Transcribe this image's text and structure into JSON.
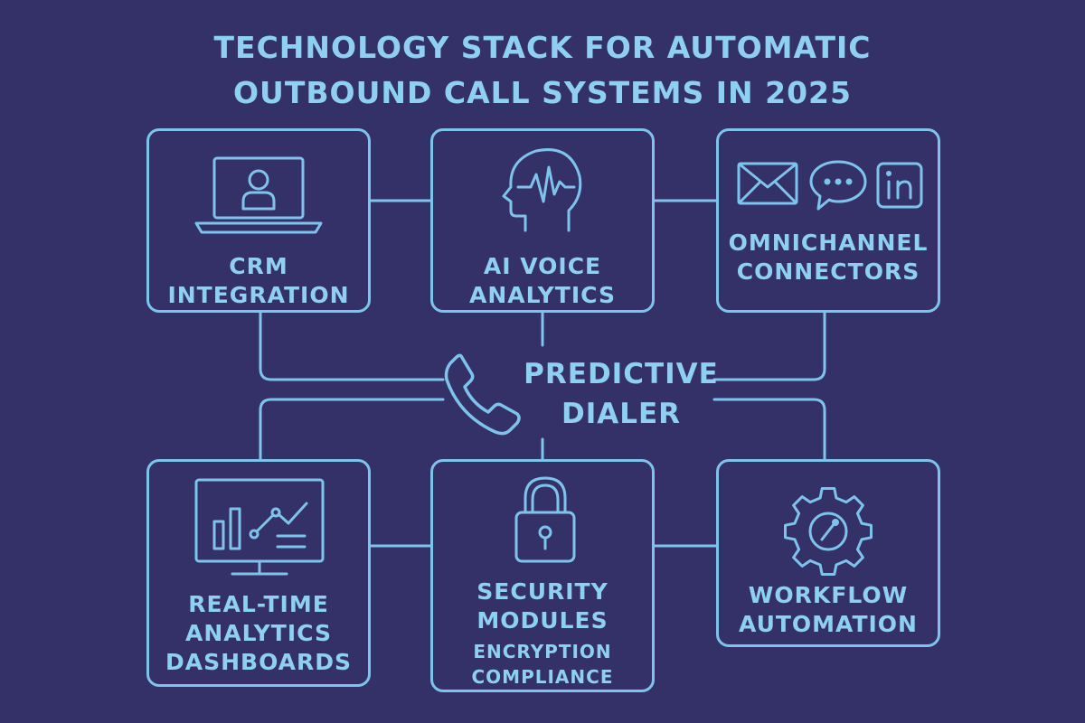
{
  "colors": {
    "background": "#343168",
    "accent": "#7fc3ec",
    "text": "#8fd0f2"
  },
  "title": {
    "line1": "Technology Stack for Automatic",
    "line2": "Outbound Call Systems in 2025"
  },
  "hub": {
    "icon": "phone-icon",
    "line1": "Predictive",
    "line2": "Dialer"
  },
  "modules": {
    "crm": {
      "icon": "laptop-user-icon",
      "line1": "CRM",
      "line2": "Integration"
    },
    "ai_voice": {
      "icon": "head-waveform-icon",
      "line1": "AI Voice",
      "line2": "Analytics"
    },
    "omnichannel": {
      "icons": [
        "envelope-icon",
        "chat-bubble-icon",
        "linkedin-icon"
      ],
      "line1": "Omnichannel",
      "line2": "Connectors"
    },
    "analytics": {
      "icon": "monitor-chart-icon",
      "line1": "Real-Time",
      "line2": "Analytics",
      "line3": "Dashboards"
    },
    "security": {
      "icon": "padlock-icon",
      "line1": "Security",
      "line2": "Modules",
      "sub1": "Encryption",
      "sub2": "Compliance"
    },
    "workflow": {
      "icon": "gear-icon",
      "line1": "Workflow",
      "line2": "Automation"
    }
  }
}
